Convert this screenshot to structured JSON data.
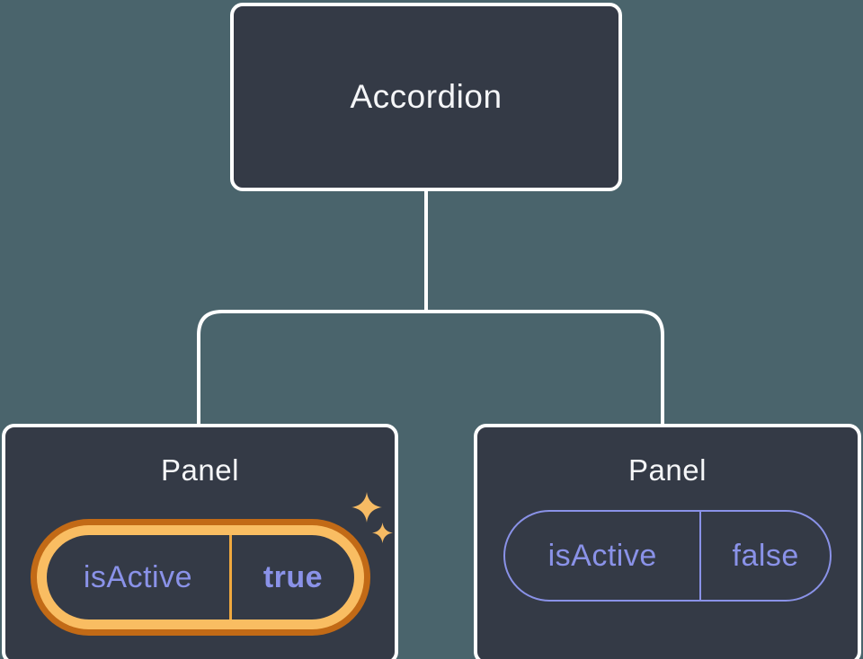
{
  "diagram": {
    "type": "component-state-tree",
    "root": {
      "label": "Accordion"
    },
    "panels": [
      {
        "label": "Panel",
        "prop_name": "isActive",
        "prop_value": "true",
        "active": true,
        "decoration": "sparkles"
      },
      {
        "label": "Panel",
        "prop_name": "isActive",
        "prop_value": "false",
        "active": false,
        "decoration": "none"
      }
    ]
  },
  "icons": {
    "sparkle_large": "sparkle-icon",
    "sparkle_small": "sparkle-icon"
  },
  "colors": {
    "background": "#4a646c",
    "node_fill": "#343a46",
    "node_border": "#ffffff",
    "text_primary": "#f5f6f8",
    "accent_purple": "#8a92e8",
    "highlight_outer": "#c26a16",
    "highlight_inner": "#f9bd62",
    "highlight_divider": "#f0a83e",
    "sparkle": "#f6bb64"
  }
}
